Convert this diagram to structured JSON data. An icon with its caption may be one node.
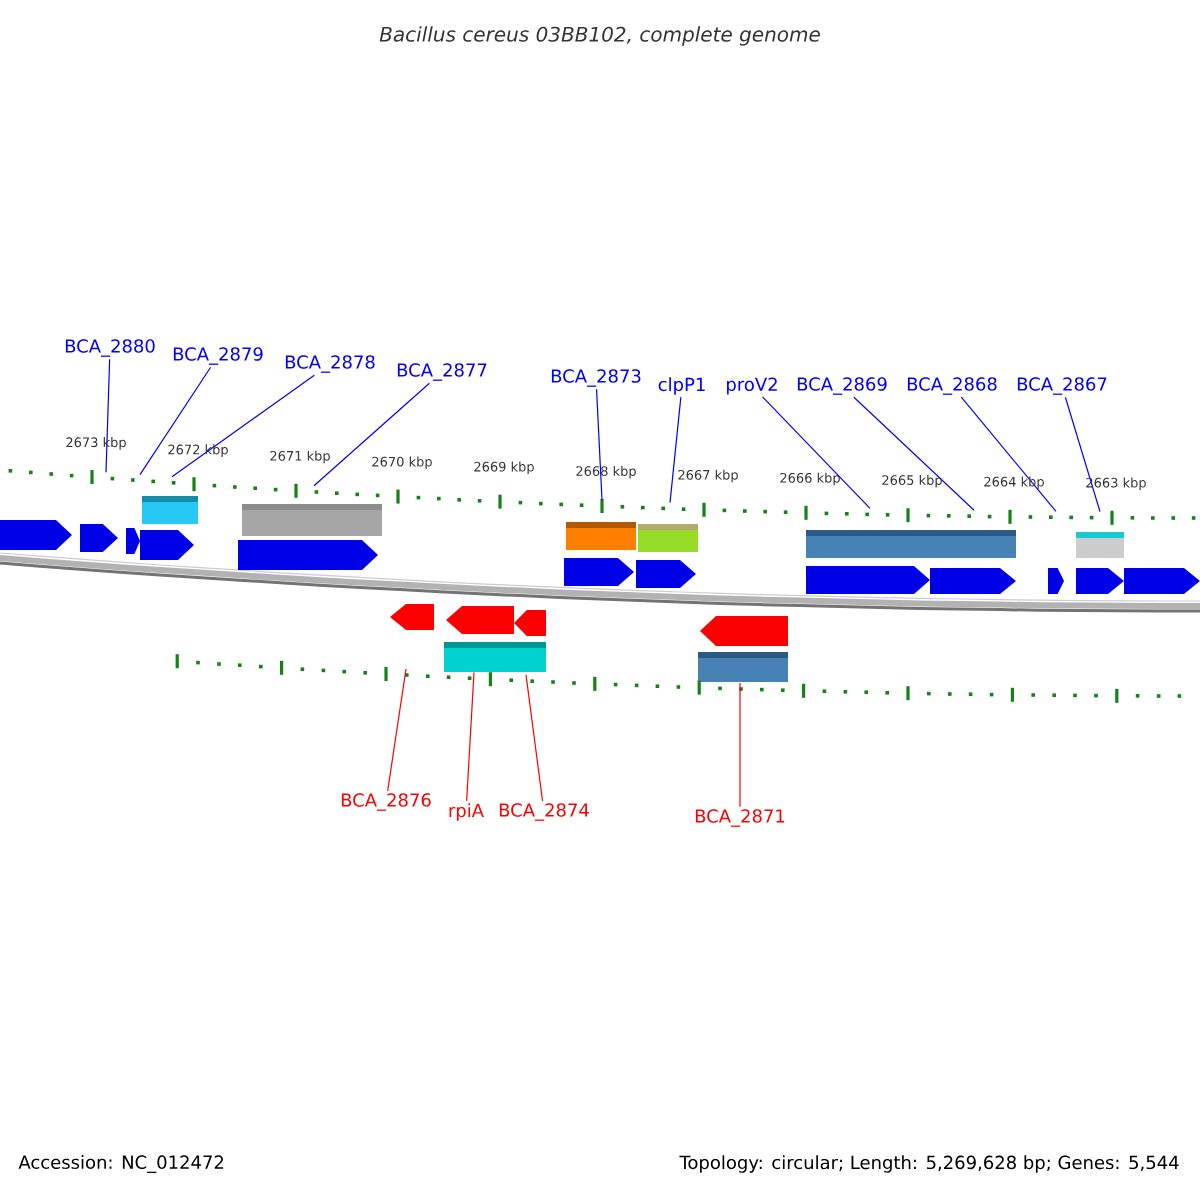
{
  "diagram": {
    "title": "Bacillus cereus 03BB102, complete genome",
    "nodes": [
      {
        "text": [
          "BCA_2880"
        ]
      },
      {
        "text": [
          "BCA_2879"
        ]
      },
      {
        "text": [
          "BCA_2878"
        ]
      },
      {
        "text": [
          "BCA_2877"
        ]
      },
      {
        "text": [
          "BCA_2873"
        ]
      },
      {
        "text": [
          "clpP1"
        ]
      },
      {
        "text": [
          "proV2"
        ]
      },
      {
        "text": [
          "BCA_2869"
        ]
      },
      {
        "text": [
          "BCA_2868"
        ]
      },
      {
        "text": [
          "BCA_2867"
        ]
      },
      {
        "text": [
          "BCA_2876"
        ]
      },
      {
        "text": [
          "rpiA"
        ]
      },
      {
        "text": [
          "BCA_2874"
        ]
      },
      {
        "text": [
          "BCA_2871"
        ]
      },
      {
        "text": [],
        "shape": "ruler"
      },
      {
        "text": [],
        "shape": "ruler"
      }
    ],
    "edges": [
      {
        "from": 0,
        "to": 14,
        "arrow": "none"
      },
      {
        "from": 1,
        "to": 14,
        "arrow": "none"
      },
      {
        "from": 2,
        "to": 14,
        "arrow": "none"
      },
      {
        "from": 3,
        "to": 14,
        "arrow": "none"
      },
      {
        "from": 4,
        "to": 14,
        "arrow": "none"
      },
      {
        "from": 5,
        "to": 14,
        "arrow": "none"
      },
      {
        "from": 6,
        "to": 14,
        "arrow": "none"
      },
      {
        "from": 7,
        "to": 14,
        "arrow": "none"
      },
      {
        "from": 8,
        "to": 14,
        "arrow": "none"
      },
      {
        "from": 9,
        "to": 14,
        "arrow": "none"
      },
      {
        "from": 10,
        "to": 15,
        "arrow": "none",
        "color": "#ff0000"
      },
      {
        "from": 11,
        "to": 15,
        "arrow": "none",
        "color": "#ff0000"
      },
      {
        "from": 12,
        "to": 15,
        "arrow": "none",
        "color": "#ff0000"
      },
      {
        "from": 13,
        "to": 15,
        "arrow": "none",
        "color": "#ff0000"
      }
    ],
    "labels": [
      "2673 kbp",
      "2672 kbp",
      "2671 kbp",
      "2670 kbp",
      "2669 kbp",
      "2668 kbp",
      "2667 kbp",
      "2666 kbp",
      "2665 kbp",
      "2664 kbp",
      "2663 kbp",
      "Accession: NC_012472",
      "Topology: circular; Length: 5,269,628 bp; Genes: 5,544"
    ]
  }
}
